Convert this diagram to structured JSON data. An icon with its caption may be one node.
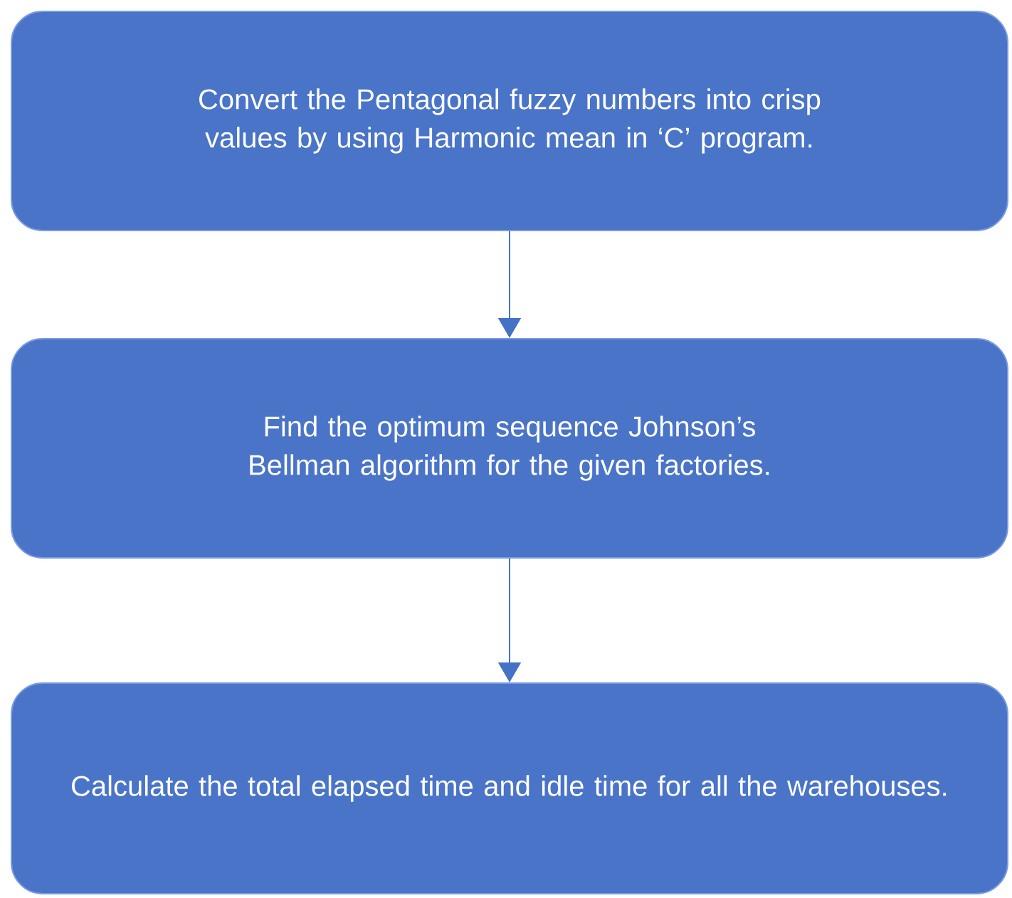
{
  "diagram": {
    "nodes": [
      {
        "text": [
          "Convert the Pentagonal fuzzy numbers into crisp values by using Harmonic mean in ‘C’ program."
        ]
      },
      {
        "text": [
          "Find the optimum sequence Johnson’s Bellman algorithm for the given factories."
        ]
      },
      {
        "text": [
          "Calculate the total elapsed time and idle time for all the warehouses."
        ]
      }
    ],
    "edges": [
      {
        "from": 0,
        "to": 1,
        "arrow": "to"
      },
      {
        "from": 1,
        "to": 2,
        "arrow": "to"
      }
    ]
  }
}
